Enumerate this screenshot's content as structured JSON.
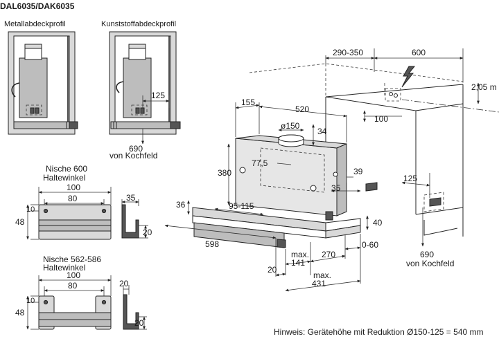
{
  "title": "DAL6035/DAK6035",
  "profile_labels": {
    "metal": "Metallabdeckprofil",
    "plastic": "Kunststoffabdeckprofil"
  },
  "profile_dims": {
    "offset": "125",
    "distance": "690",
    "distance_caption": "von Kochfeld"
  },
  "bracket_600": {
    "title_line1": "Nische 600",
    "title_line2": "Haltewinkel",
    "width_outer": "100",
    "width_inner": "80",
    "hole_offset": "10",
    "height": "48",
    "side_width": "35",
    "side_height": "20"
  },
  "bracket_562": {
    "title_line1": "Nische 562-586",
    "title_line2": "Haltewinkel",
    "width_outer": "100",
    "width_inner": "80",
    "hole_offset": "10",
    "height": "48",
    "side_width": "20",
    "side_height": "20"
  },
  "main_dims": {
    "d_290_350": "290-350",
    "d_600": "600",
    "d_2_05": "2,05 m",
    "d_155": "155",
    "d_520": "520",
    "d_diameter": "ø150",
    "d_34": "34",
    "d_100": "100",
    "d_380": "380",
    "d_77_5": "77,5",
    "d_39": "39",
    "d_35": "35",
    "d_125": "125",
    "d_36": "36",
    "d_95_115": "95-115",
    "d_40": "40",
    "d_598": "598",
    "d_max": "max.",
    "d_141": "141",
    "d_270": "270",
    "d_0_60": "0-60",
    "d_20": "20",
    "d_431": "431",
    "d_690": "690",
    "d_690_caption": "von Kochfeld"
  },
  "note": "Hinweis: Gerätehöhe mit Reduktion Ø150-125 = 540 mm"
}
